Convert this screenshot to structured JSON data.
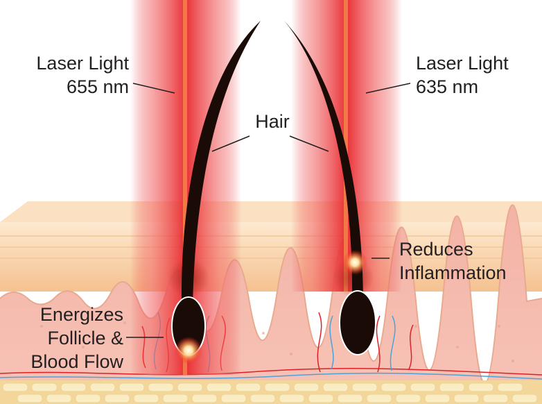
{
  "labels": {
    "laser_left": {
      "line1": "Laser Light",
      "line2": "655 nm"
    },
    "laser_right": {
      "line1": "Laser Light",
      "line2": "635 nm"
    },
    "hair": "Hair",
    "reduces": {
      "line1": "Reduces",
      "line2": "Inflammation"
    },
    "energizes": {
      "line1": "Energizes",
      "line2": "Follicle &",
      "line3": "Blood Flow"
    }
  },
  "colors": {
    "beam": "#e8252b",
    "beam_glow": "#f47b7b",
    "skin_top": "#fbe3c6",
    "skin_epidermis": "#f6c79a",
    "dermis": "#f5b9ad",
    "fat_cells": "#f8e7b6",
    "hair": "#1a0b07",
    "artery": "#e21f26",
    "vein": "#4aa3d8",
    "text": "#231f20"
  },
  "icons": [
    "laser-beam-left",
    "laser-beam-right",
    "hair-strand-left",
    "hair-strand-right",
    "follicle-bulb-left",
    "follicle-bulb-right",
    "glow-point"
  ]
}
